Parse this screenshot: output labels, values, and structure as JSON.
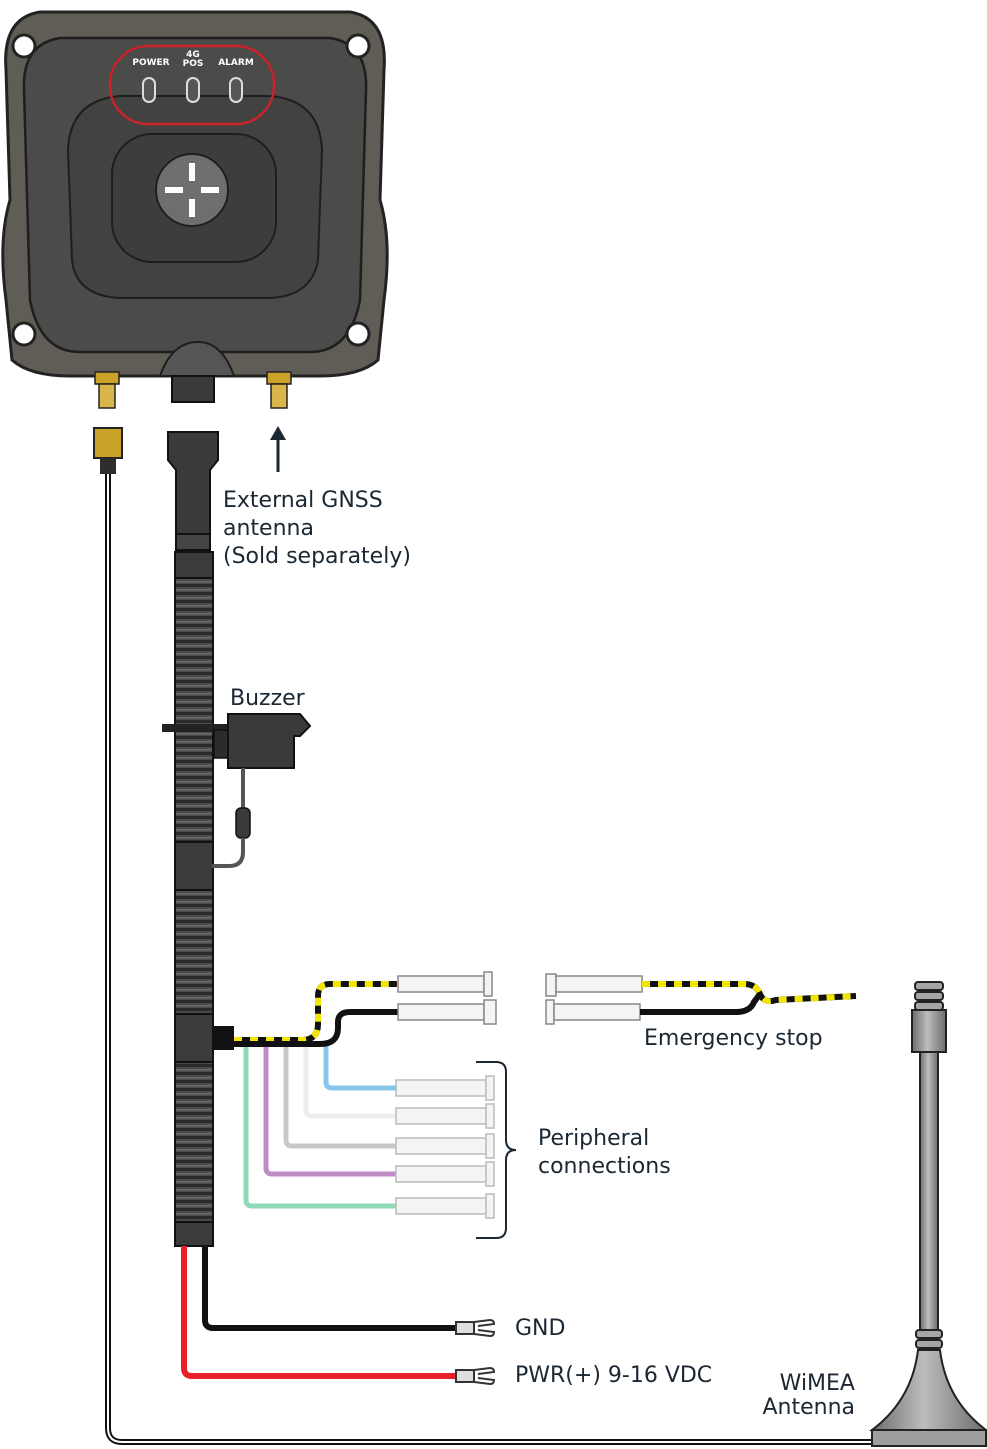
{
  "device": {
    "led_labels": [
      "POWER",
      "4G",
      "POS",
      "ALARM"
    ]
  },
  "labels": {
    "gnss_line1": "External GNSS",
    "gnss_line2": "antenna",
    "gnss_line3": "(Sold separately)",
    "buzzer": "Buzzer",
    "emergency_stop": "Emergency stop",
    "peripheral_line1": "Peripheral",
    "peripheral_line2": "connections",
    "gnd": "GND",
    "pwr": "PWR(+) 9-16 VDC",
    "wimea_line1": "WiMEA",
    "wimea_line2": "Antenna"
  },
  "colors": {
    "housing": "#5f5d55",
    "housing_dark": "#2f2f2f",
    "led_ring": "#cc2229",
    "yellow": "#f2e600",
    "red_wire": "#e8212a",
    "blue_wire": "#86c6e8",
    "white_wire": "#eeeeee",
    "grey_wire": "#c8c8c8",
    "purple_wire": "#c08cc4",
    "green_wire": "#8fd8b8",
    "antenna_grey": "#8e8e8e",
    "sma_gold": "#c9a227"
  }
}
